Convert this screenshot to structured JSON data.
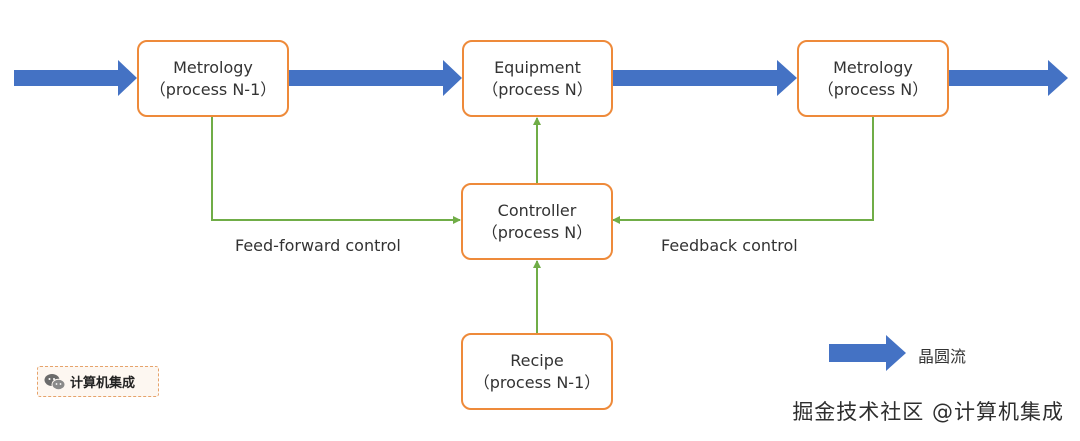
{
  "boxes": {
    "metrology_in": {
      "line1": "Metrology",
      "line2": "（process N-1）"
    },
    "equipment": {
      "line1": "Equipment",
      "line2": "（process N）"
    },
    "metrology_out": {
      "line1": "Metrology",
      "line2": "（process N）"
    },
    "controller": {
      "line1": "Controller",
      "line2": "（process N）"
    },
    "recipe": {
      "line1": "Recipe",
      "line2": "（process N-1）"
    }
  },
  "labels": {
    "feed_forward": "Feed-forward control",
    "feedback": "Feedback control"
  },
  "legend": {
    "wafer_flow": "晶圆流"
  },
  "logo_text": "计算机集成",
  "watermark": "掘金技术社区 @计算机集成",
  "colors": {
    "box_border": "#ee8a3a",
    "flow_arrow": "#4472c4",
    "control_line": "#70ad47"
  }
}
